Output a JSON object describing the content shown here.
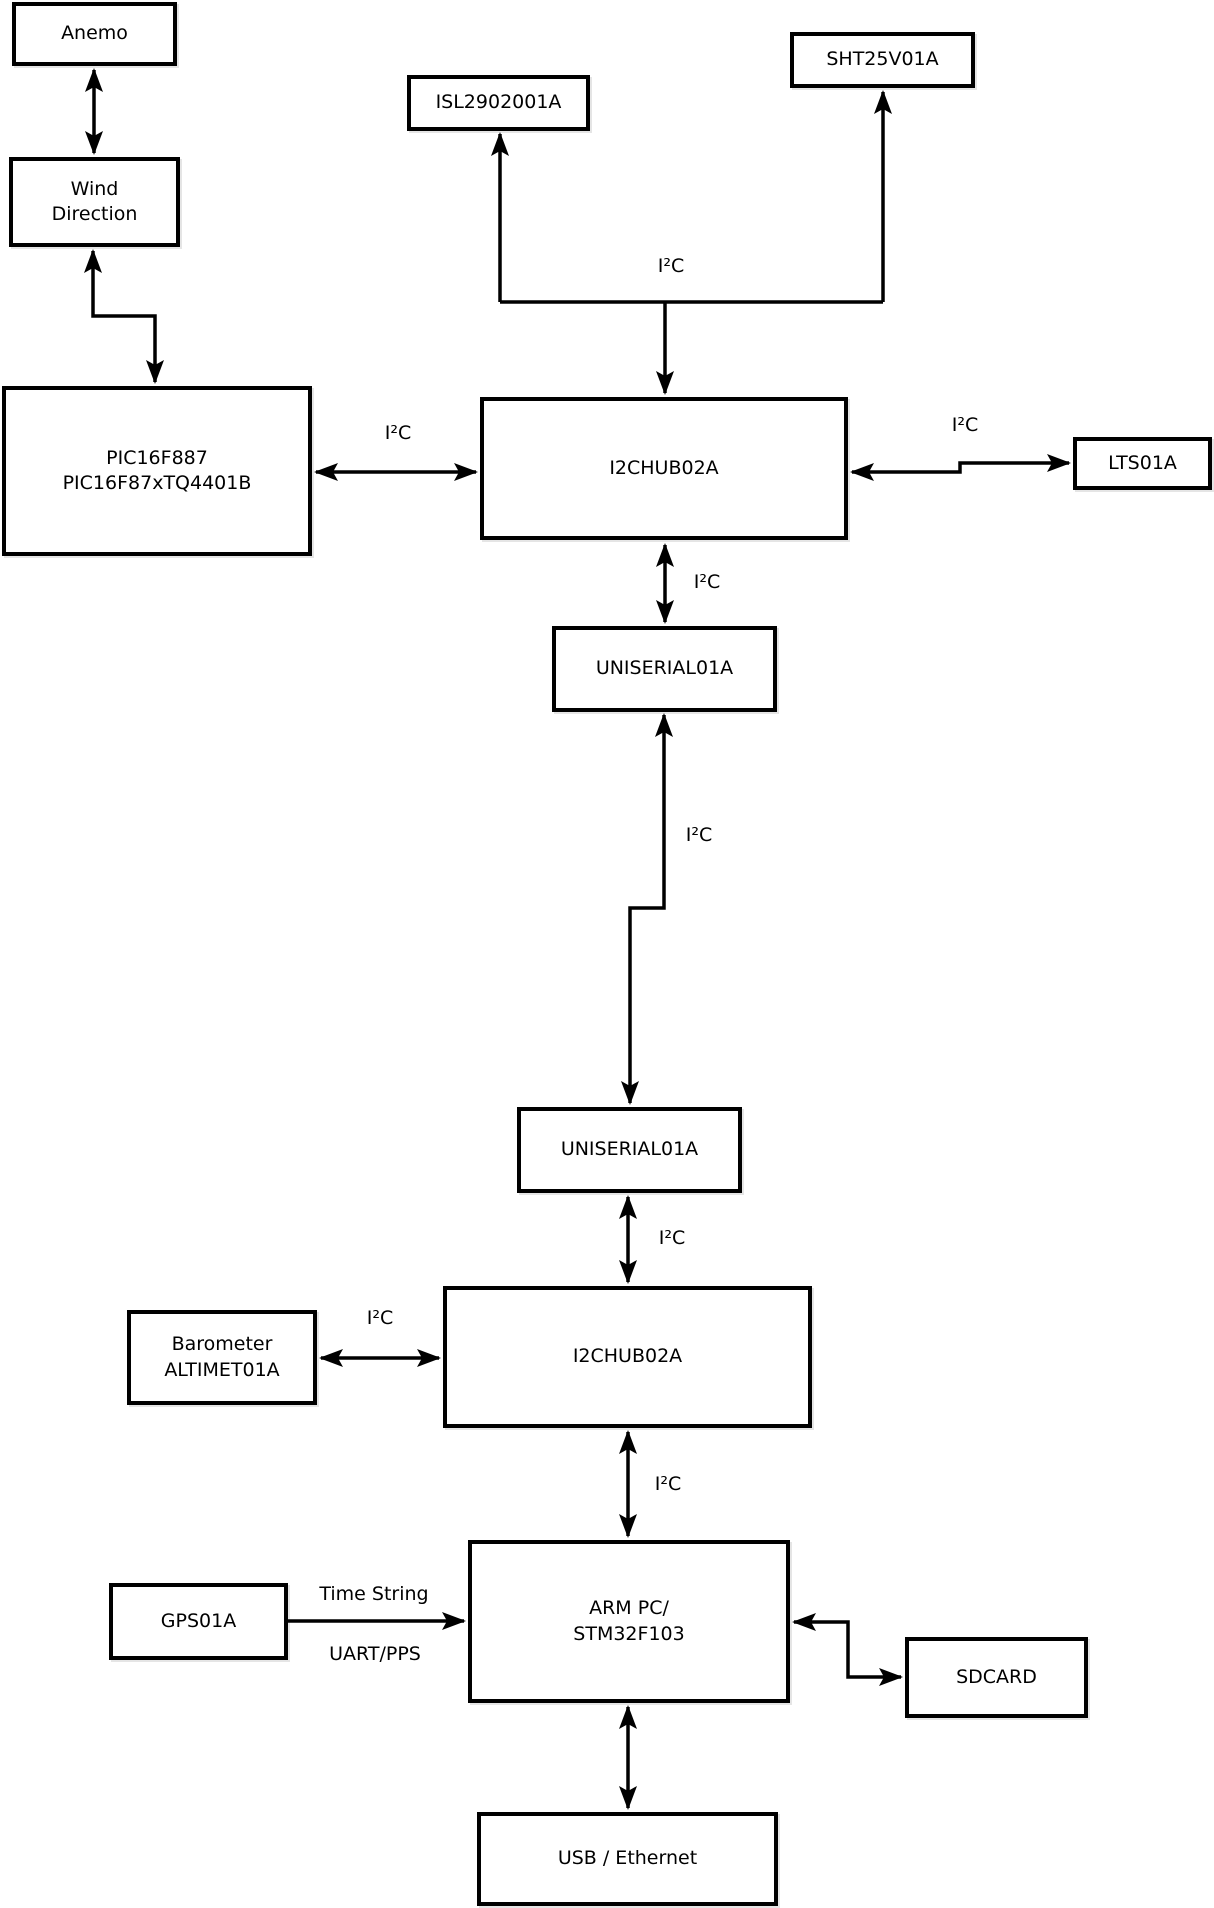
{
  "nodes": {
    "anemo": {
      "label": "Anemo"
    },
    "wind": {
      "label": "Wind\nDirection"
    },
    "isl": {
      "label": "ISL2902001A"
    },
    "sht": {
      "label": "SHT25V01A"
    },
    "pic": {
      "label": "PIC16F887\nPIC16F87xTQ4401B"
    },
    "hub1": {
      "label": "I2CHUB02A"
    },
    "lts": {
      "label": "LTS01A"
    },
    "uniserial1": {
      "label": "UNISERIAL01A"
    },
    "uniserial2": {
      "label": "UNISERIAL01A"
    },
    "hub2": {
      "label": "I2CHUB02A"
    },
    "barometer": {
      "label": "Barometer\nALTIMET01A"
    },
    "arm": {
      "label": "ARM PC/\nSTM32F103"
    },
    "gps": {
      "label": "GPS01A"
    },
    "sdcard": {
      "label": "SDCARD"
    },
    "usb": {
      "label": "USB / Ethernet"
    }
  },
  "edge_labels": {
    "bus_top": "I²C",
    "pic_hub1": "I²C",
    "hub1_lts": "I²C",
    "hub1_uniserial1": "I²C",
    "uniserial1_uniserial2": "I²C",
    "uniserial2_hub2": "I²C",
    "barometer_hub2": "I²C",
    "hub2_arm": "I²C",
    "gps_arm_top": "Time String",
    "gps_arm_bottom": "UART/PPS"
  },
  "colors": {
    "line": "#000000",
    "background": "#ffffff",
    "box_fill": "#ffffff"
  }
}
